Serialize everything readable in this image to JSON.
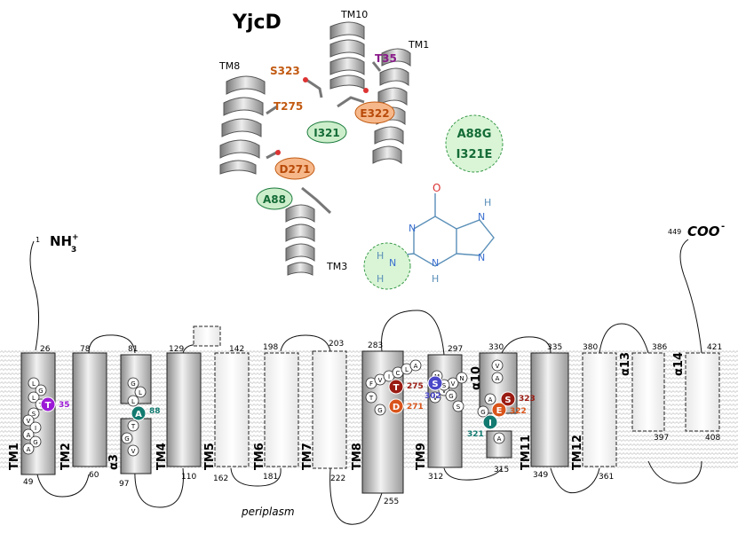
{
  "title": "YjcD",
  "structure_labels": {
    "tm10": "TM10",
    "tm1": "TM1",
    "tm8": "TM8",
    "tm3": "TM3",
    "s323": "S323",
    "t35": "T35",
    "t275": "T275",
    "e322": "E322",
    "i321": "I321",
    "d271": "D271",
    "a88": "A88"
  },
  "mutations": [
    "A88G",
    "I321E"
  ],
  "ligand_atoms": {
    "o": "O",
    "n1": "N",
    "n3": "N",
    "n7": "N",
    "n9": "N",
    "h_n1": "H",
    "h_n9": "H",
    "amino_n": "N",
    "amino_h1": "H",
    "amino_h2": "H",
    "h_n3": "H"
  },
  "termini": {
    "n_start": "1",
    "n_label": "NH",
    "n_sub": "3",
    "n_sup": "+",
    "c_start": "449",
    "c_label": "COO",
    "c_sup": "-"
  },
  "helices": [
    {
      "label": "TM1"
    },
    {
      "label": "TM2"
    },
    {
      "label": "α3"
    },
    {
      "label": "TM4"
    },
    {
      "label": "TM5"
    },
    {
      "label": "TM6"
    },
    {
      "label": "TM7"
    },
    {
      "label": "TM8"
    },
    {
      "label": "TM9"
    },
    {
      "label": "α10"
    },
    {
      "label": "TM11"
    },
    {
      "label": "TM12"
    },
    {
      "label": "α13"
    },
    {
      "label": "α14"
    }
  ],
  "residue_numbers": [
    "26",
    "49",
    "78",
    "60",
    "81",
    "97",
    "110",
    "129",
    "142",
    "162",
    "198",
    "181",
    "203",
    "222",
    "283",
    "255",
    "297",
    "312",
    "330",
    "315",
    "335",
    "349",
    "380",
    "361",
    "386",
    "397",
    "421",
    "408"
  ],
  "residue_circles": {
    "tm1": [
      "L",
      "G",
      "L",
      "T",
      "S",
      "V",
      "I",
      "A",
      "G",
      "A"
    ],
    "a3": [
      "G",
      "L",
      "L",
      "T",
      "G",
      "V"
    ],
    "tm8": [
      "F",
      "V",
      "I",
      "C",
      "L",
      "A",
      "T",
      "G"
    ],
    "tm9": [
      "V",
      "V",
      "V",
      "N",
      "M",
      "S",
      "G",
      "S"
    ],
    "a10": [
      "V",
      "A",
      "A",
      "G",
      "A"
    ]
  },
  "highlights": [
    {
      "letter": "T",
      "number": "35",
      "color": "#9b19d6"
    },
    {
      "letter": "A",
      "number": "88",
      "color": "#127a70"
    },
    {
      "letter": "T",
      "number": "275",
      "color": "#9a1b12"
    },
    {
      "letter": "D",
      "number": "271",
      "color": "#d9541a"
    },
    {
      "letter": "S",
      "number": "302",
      "color": "#4a47c8"
    },
    {
      "letter": "S",
      "number": "323",
      "color": "#9a1b12"
    },
    {
      "letter": "E",
      "number": "322",
      "color": "#d9541a"
    },
    {
      "letter": "I",
      "number": "321",
      "color": "#127a70"
    }
  ],
  "periplasm": "periplasm"
}
